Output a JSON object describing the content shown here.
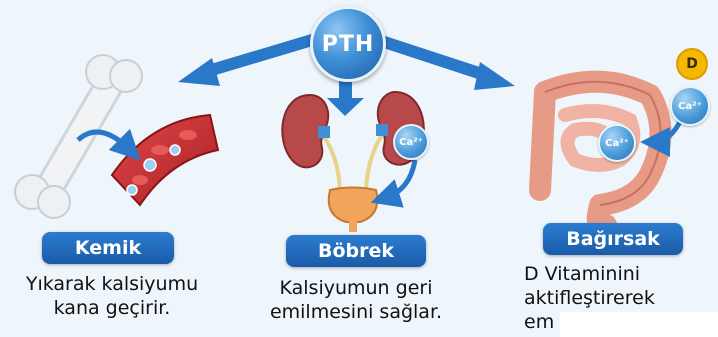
{
  "center": {
    "label": "PTH"
  },
  "sections": {
    "bone": {
      "title": "Kemik",
      "desc_line1": "Yıkarak kalsiyumu",
      "desc_line2": "kana geçirir."
    },
    "kidney": {
      "title": "Böbrek",
      "desc_line1": "Kalsiyumun geri",
      "desc_line2": "emilmesini sağlar."
    },
    "intestine": {
      "title": "Bağırsak",
      "desc_line1": "D Vitaminini",
      "desc_line2": "aktifleştirerek",
      "desc_line3": "em"
    }
  },
  "labels": {
    "calcium_ion": "Ca²⁺",
    "vitamin_d": "D"
  },
  "colors": {
    "badge_blue": "#1f6bbf",
    "arrow_blue": "#2a78c8",
    "bone": "#e9ecef",
    "blood": "#c8282d",
    "kidney": "#b8494a",
    "intestine": "#e79a86",
    "bladder": "#f0a45c"
  }
}
